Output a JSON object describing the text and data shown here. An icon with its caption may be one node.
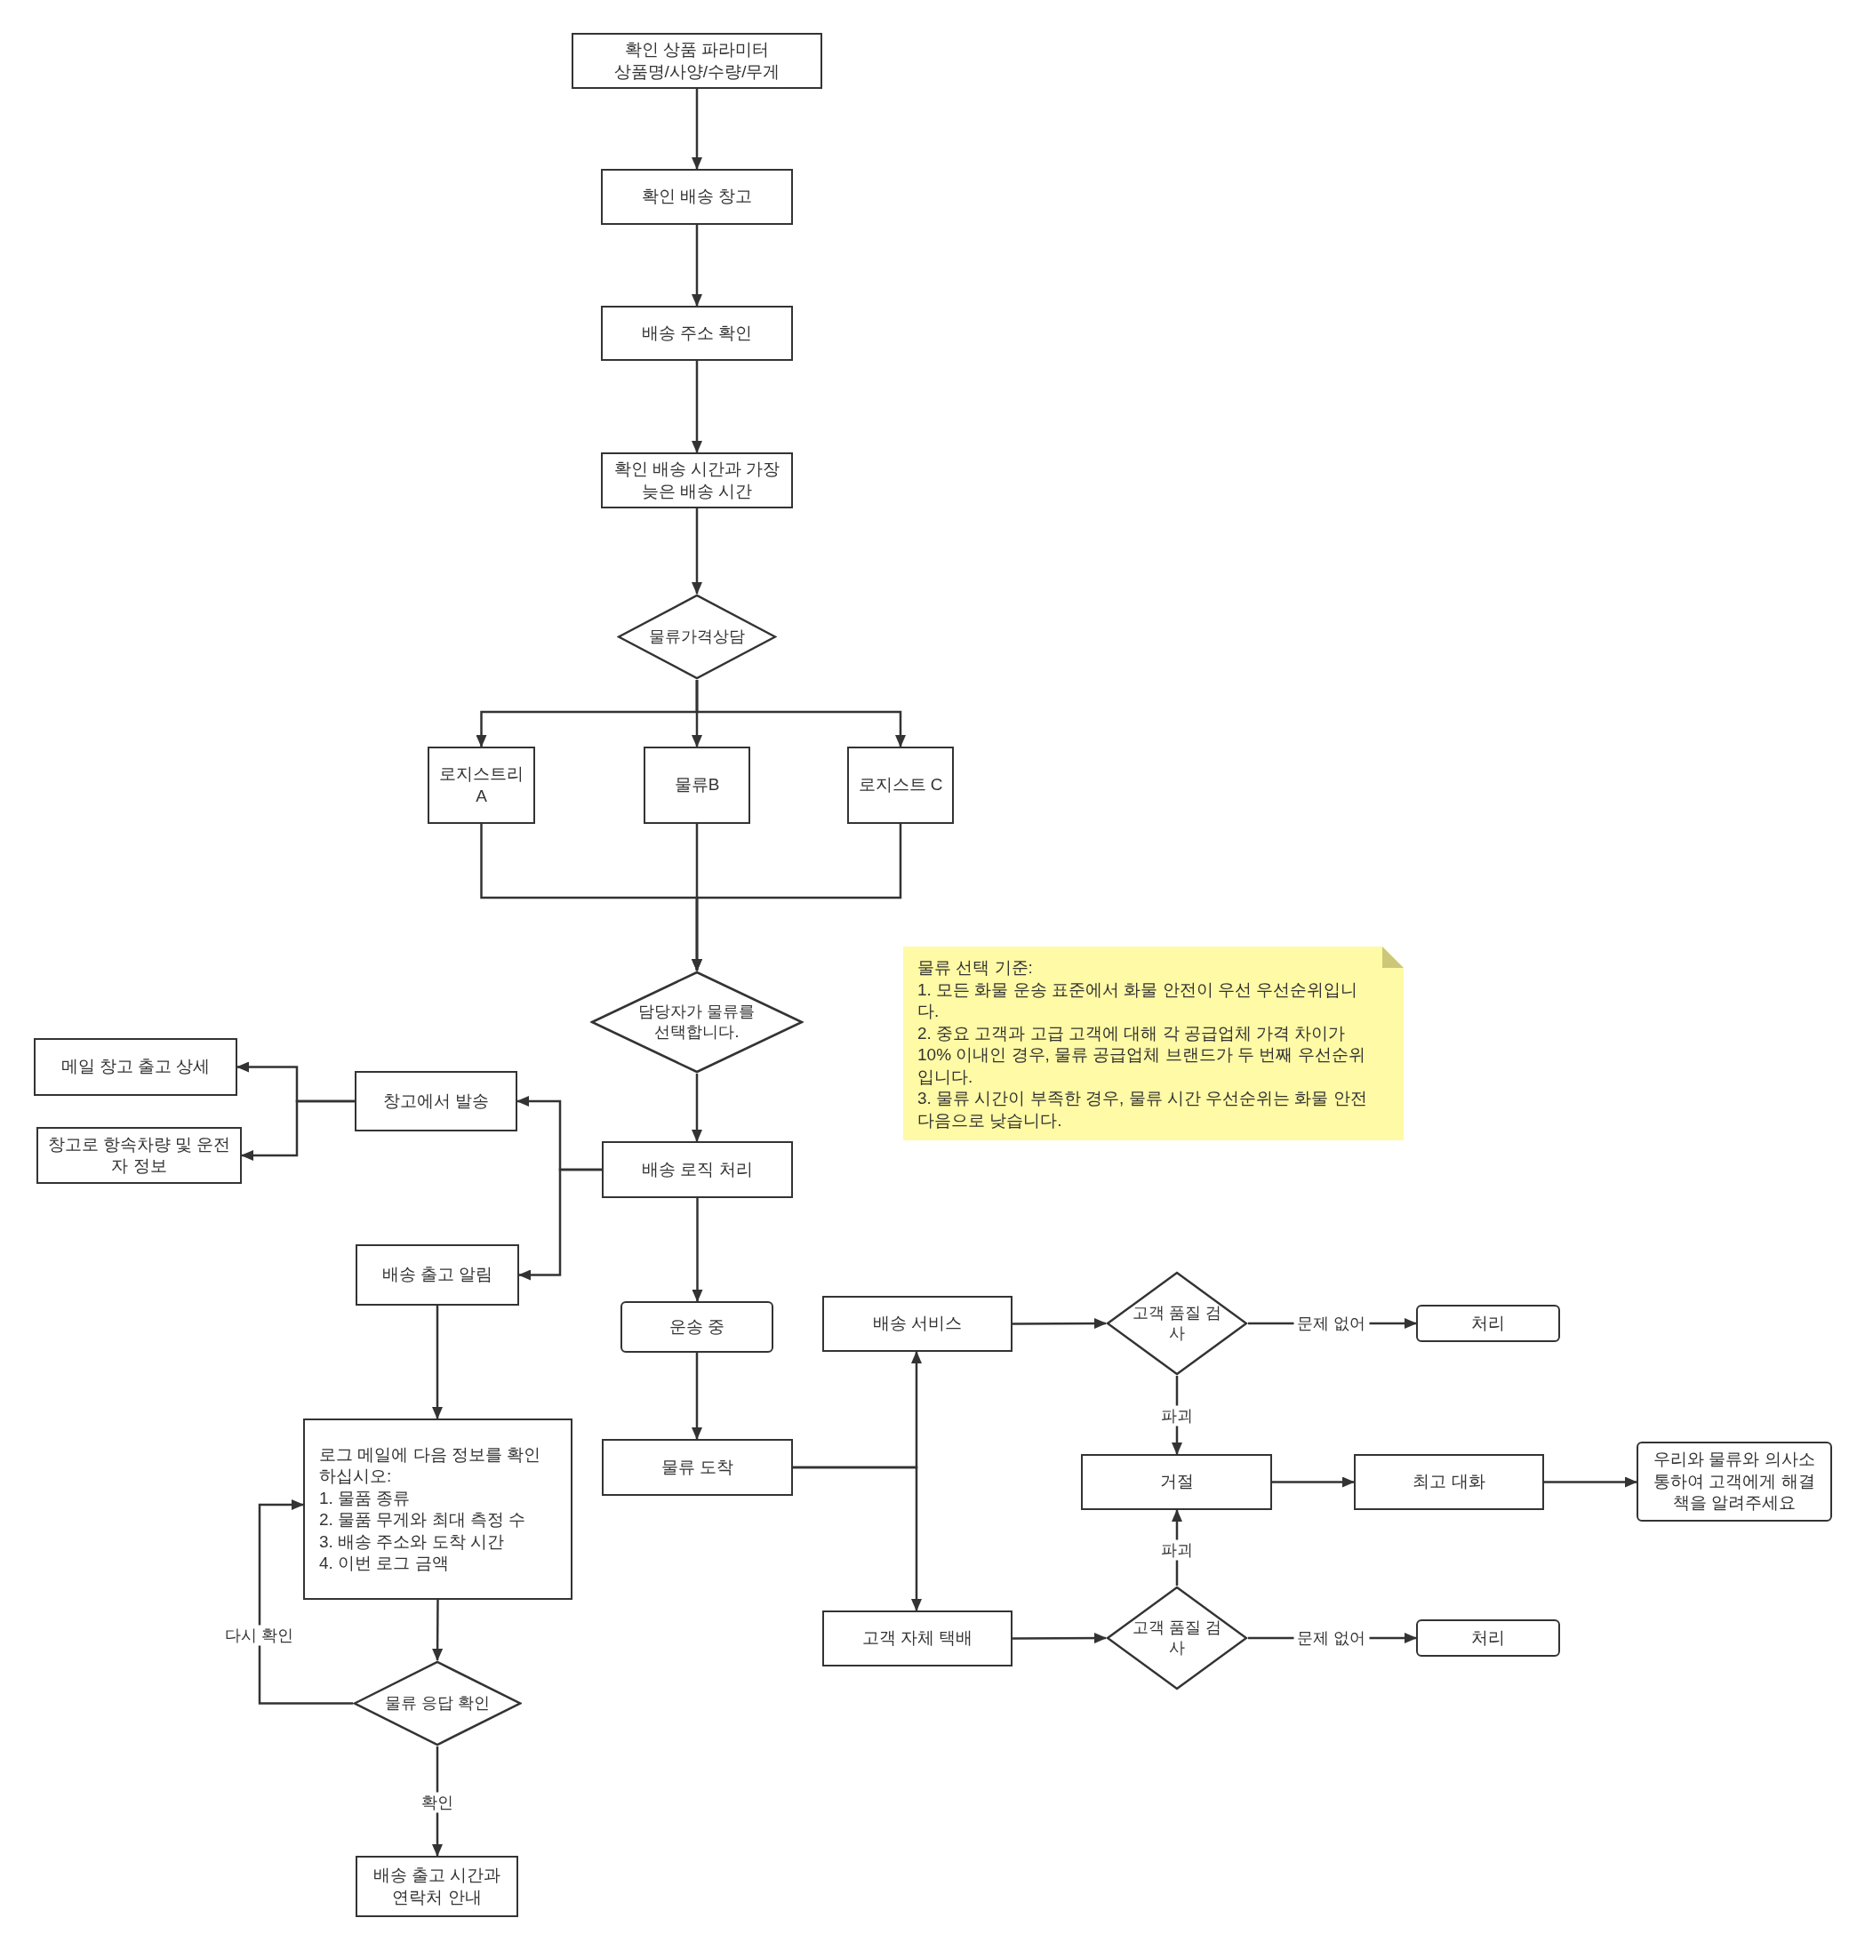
{
  "diagram": {
    "nodes": [
      {
        "text": [
          "확인 상품 파라미터",
          "상품명/사양/수량/무게"
        ]
      },
      {
        "text": [
          "확인 배송 창고"
        ]
      },
      {
        "text": [
          "배송 주소 확인"
        ]
      },
      {
        "text": [
          "확인 배송 시간과 가장 늦은 배송 시간"
        ]
      },
      {
        "text": [
          "물류가격상담"
        ]
      },
      {
        "text": [
          "로지스트리 A"
        ]
      },
      {
        "text": [
          "물류B"
        ]
      },
      {
        "text": [
          "로지스트 C"
        ]
      },
      {
        "text": [
          "담당자가 물류를 선택합니다."
        ]
      },
      {
        "text": [
          "물류 선택 기준:",
          "1. 모든 화물 운송 표준에서 화물 안전이 우선 우선순위입니다.",
          "2. 중요 고객과 고급 고객에 대해 각 공급업체 가격 차이가 10% 이내인 경우, 물류 공급업체 브랜드가 두 번째 우선순위입니다.",
          "3. 물류 시간이 부족한 경우, 물류 시간 우선순위는 화물 안전 다음으로 낮습니다."
        ]
      },
      {
        "text": [
          "메일 창고 출고 상세"
        ]
      },
      {
        "text": [
          "창고에서 발송"
        ]
      },
      {
        "text": [
          "창고로 항속차량 및 운전자 정보"
        ]
      },
      {
        "text": [
          "배송 로직 처리"
        ]
      },
      {
        "text": [
          "배송 출고 알림"
        ]
      },
      {
        "text": [
          "운송 중"
        ]
      },
      {
        "text": [
          "배송 서비스"
        ]
      },
      {
        "text": [
          "고객 품질 검사"
        ]
      },
      {
        "text": [
          "처리"
        ]
      },
      {
        "text": [
          "로그 메일에 다음 정보를 확인하십시오:",
          "1. 물품 종류",
          "2. 물품 무게와 최대 측정 수",
          "3. 배송 주소와 도착 시간",
          "4. 이번 로그 금액"
        ]
      },
      {
        "text": [
          "물류 도착"
        ]
      },
      {
        "text": [
          "거절"
        ]
      },
      {
        "text": [
          "최고 대화"
        ]
      },
      {
        "text": [
          "우리와 물류와 의사소통하여 고객에게 해결책을 알려주세요"
        ]
      },
      {
        "text": [
          "고객 자체 택배"
        ]
      },
      {
        "text": [
          "고객 품질 검사"
        ]
      },
      {
        "text": [
          "처리"
        ]
      },
      {
        "text": [
          "물류 응답 확인"
        ]
      },
      {
        "text": [
          "배송 출고 시간과 연락처 안내"
        ]
      }
    ],
    "edges": [
      {
        "from": 0,
        "to": 1,
        "arrow": "to"
      },
      {
        "from": 1,
        "to": 2,
        "arrow": "to"
      },
      {
        "from": 2,
        "to": 3,
        "arrow": "to"
      },
      {
        "from": 3,
        "to": 4,
        "arrow": "to"
      },
      {
        "from": 4,
        "to": 5,
        "arrow": "to"
      },
      {
        "from": 4,
        "to": 6,
        "arrow": "to"
      },
      {
        "from": 4,
        "to": 7,
        "arrow": "to"
      },
      {
        "from": 5,
        "to": 8,
        "arrow": "to"
      },
      {
        "from": 6,
        "to": 8,
        "arrow": "to"
      },
      {
        "from": 7,
        "to": 8,
        "arrow": "to"
      },
      {
        "from": 8,
        "to": 13,
        "arrow": "to"
      },
      {
        "from": 13,
        "to": 11,
        "arrow": "to"
      },
      {
        "from": 13,
        "to": 14,
        "arrow": "to"
      },
      {
        "from": 11,
        "to": 10,
        "arrow": "to"
      },
      {
        "from": 11,
        "to": 12,
        "arrow": "to"
      },
      {
        "from": 13,
        "to": 15,
        "arrow": "to"
      },
      {
        "from": 15,
        "to": 20,
        "arrow": "to"
      },
      {
        "from": 14,
        "to": 19,
        "arrow": "to"
      },
      {
        "from": 19,
        "to": 27,
        "arrow": "to"
      },
      {
        "from": 27,
        "to": 19,
        "arrow": "to",
        "label": "다시 확인"
      },
      {
        "from": 27,
        "to": 28,
        "arrow": "to",
        "label": "확인"
      },
      {
        "from": 20,
        "to": 16,
        "arrow": "to"
      },
      {
        "from": 20,
        "to": 24,
        "arrow": "to"
      },
      {
        "from": 16,
        "to": 17,
        "arrow": "to"
      },
      {
        "from": 17,
        "to": 18,
        "arrow": "to",
        "label": "문제 없어"
      },
      {
        "from": 17,
        "to": 21,
        "arrow": "to",
        "label": "파괴"
      },
      {
        "from": 21,
        "to": 22,
        "arrow": "to"
      },
      {
        "from": 22,
        "to": 23,
        "arrow": "to"
      },
      {
        "from": 24,
        "to": 25,
        "arrow": "to"
      },
      {
        "from": 25,
        "to": 21,
        "arrow": "to",
        "label": "파괴"
      },
      {
        "from": 25,
        "to": 26,
        "arrow": "to",
        "label": "문제 없어"
      }
    ]
  }
}
